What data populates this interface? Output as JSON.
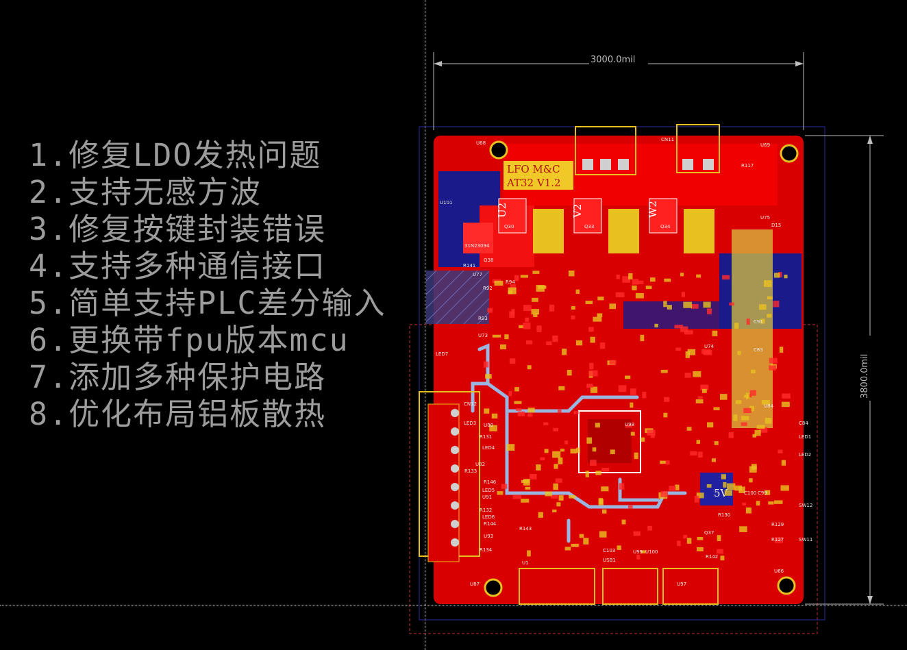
{
  "notes": [
    "1.修复LDO发热问题",
    "2.支持无感方波",
    "3.修复按键封装错误",
    "4.支持多种通信接口",
    "5.简单支持PLC差分输入",
    "6.更换带fpu版本mcu",
    "7.添加多种保护电路",
    "8.优化布局铝板散热"
  ],
  "dimensions": {
    "width_label": "3000.0mil",
    "height_label": "3800.0mil"
  },
  "silkscreen": {
    "brand": "LFO M&C",
    "version": "AT32 V1.2",
    "chip_mark": "31N23094",
    "power_label": "5V",
    "phase_labels": [
      "U2",
      "V2",
      "W2"
    ],
    "refs": {
      "u68": "U68",
      "u69": "U69",
      "cn11": "CN11",
      "u101": "U101",
      "r141": "R141",
      "q38": "Q38",
      "u77": "U77",
      "r94": "R94",
      "r93": "R93",
      "r92": "R92",
      "u73": "U73",
      "led7": "LED7",
      "cn12": "CN12",
      "u80": "U80",
      "led3": "LED3",
      "r131": "R131",
      "led4": "LED4",
      "u82": "U82",
      "r133": "R133",
      "r146": "R146",
      "led5": "LED5",
      "u91": "U91",
      "r132": "R132",
      "led6": "LED6",
      "r144": "R144",
      "u93": "U93",
      "r134": "R134",
      "u87": "U87",
      "u1": "U1",
      "usb1": "USB1",
      "u97": "U97",
      "u66": "U66",
      "u75": "U75",
      "d15": "D15",
      "c91": "C91",
      "c83": "C83",
      "u84": "U84",
      "r117": "R117",
      "q30": "Q30",
      "q33": "Q33",
      "q34": "Q34",
      "r143": "R143",
      "c103": "C103",
      "u99": "U99",
      "u100": "U100",
      "r130": "R130",
      "q37": "Q37",
      "r129": "R129",
      "r127": "R127",
      "u74": "U74",
      "c100": "C100",
      "c99": "C99",
      "sw12": "SW12",
      "sw11": "SW11",
      "led2": "LED2",
      "led1": "LED1",
      "c84": "C84",
      "u98": "U98",
      "r142": "R142"
    }
  },
  "colors": {
    "background": "#000000",
    "top_copper": "#e00000",
    "bottom_copper": "#1a1a9a",
    "silkscreen": "#e8c020",
    "trace": "#9ab6e0",
    "keepout": "#cc3030"
  }
}
